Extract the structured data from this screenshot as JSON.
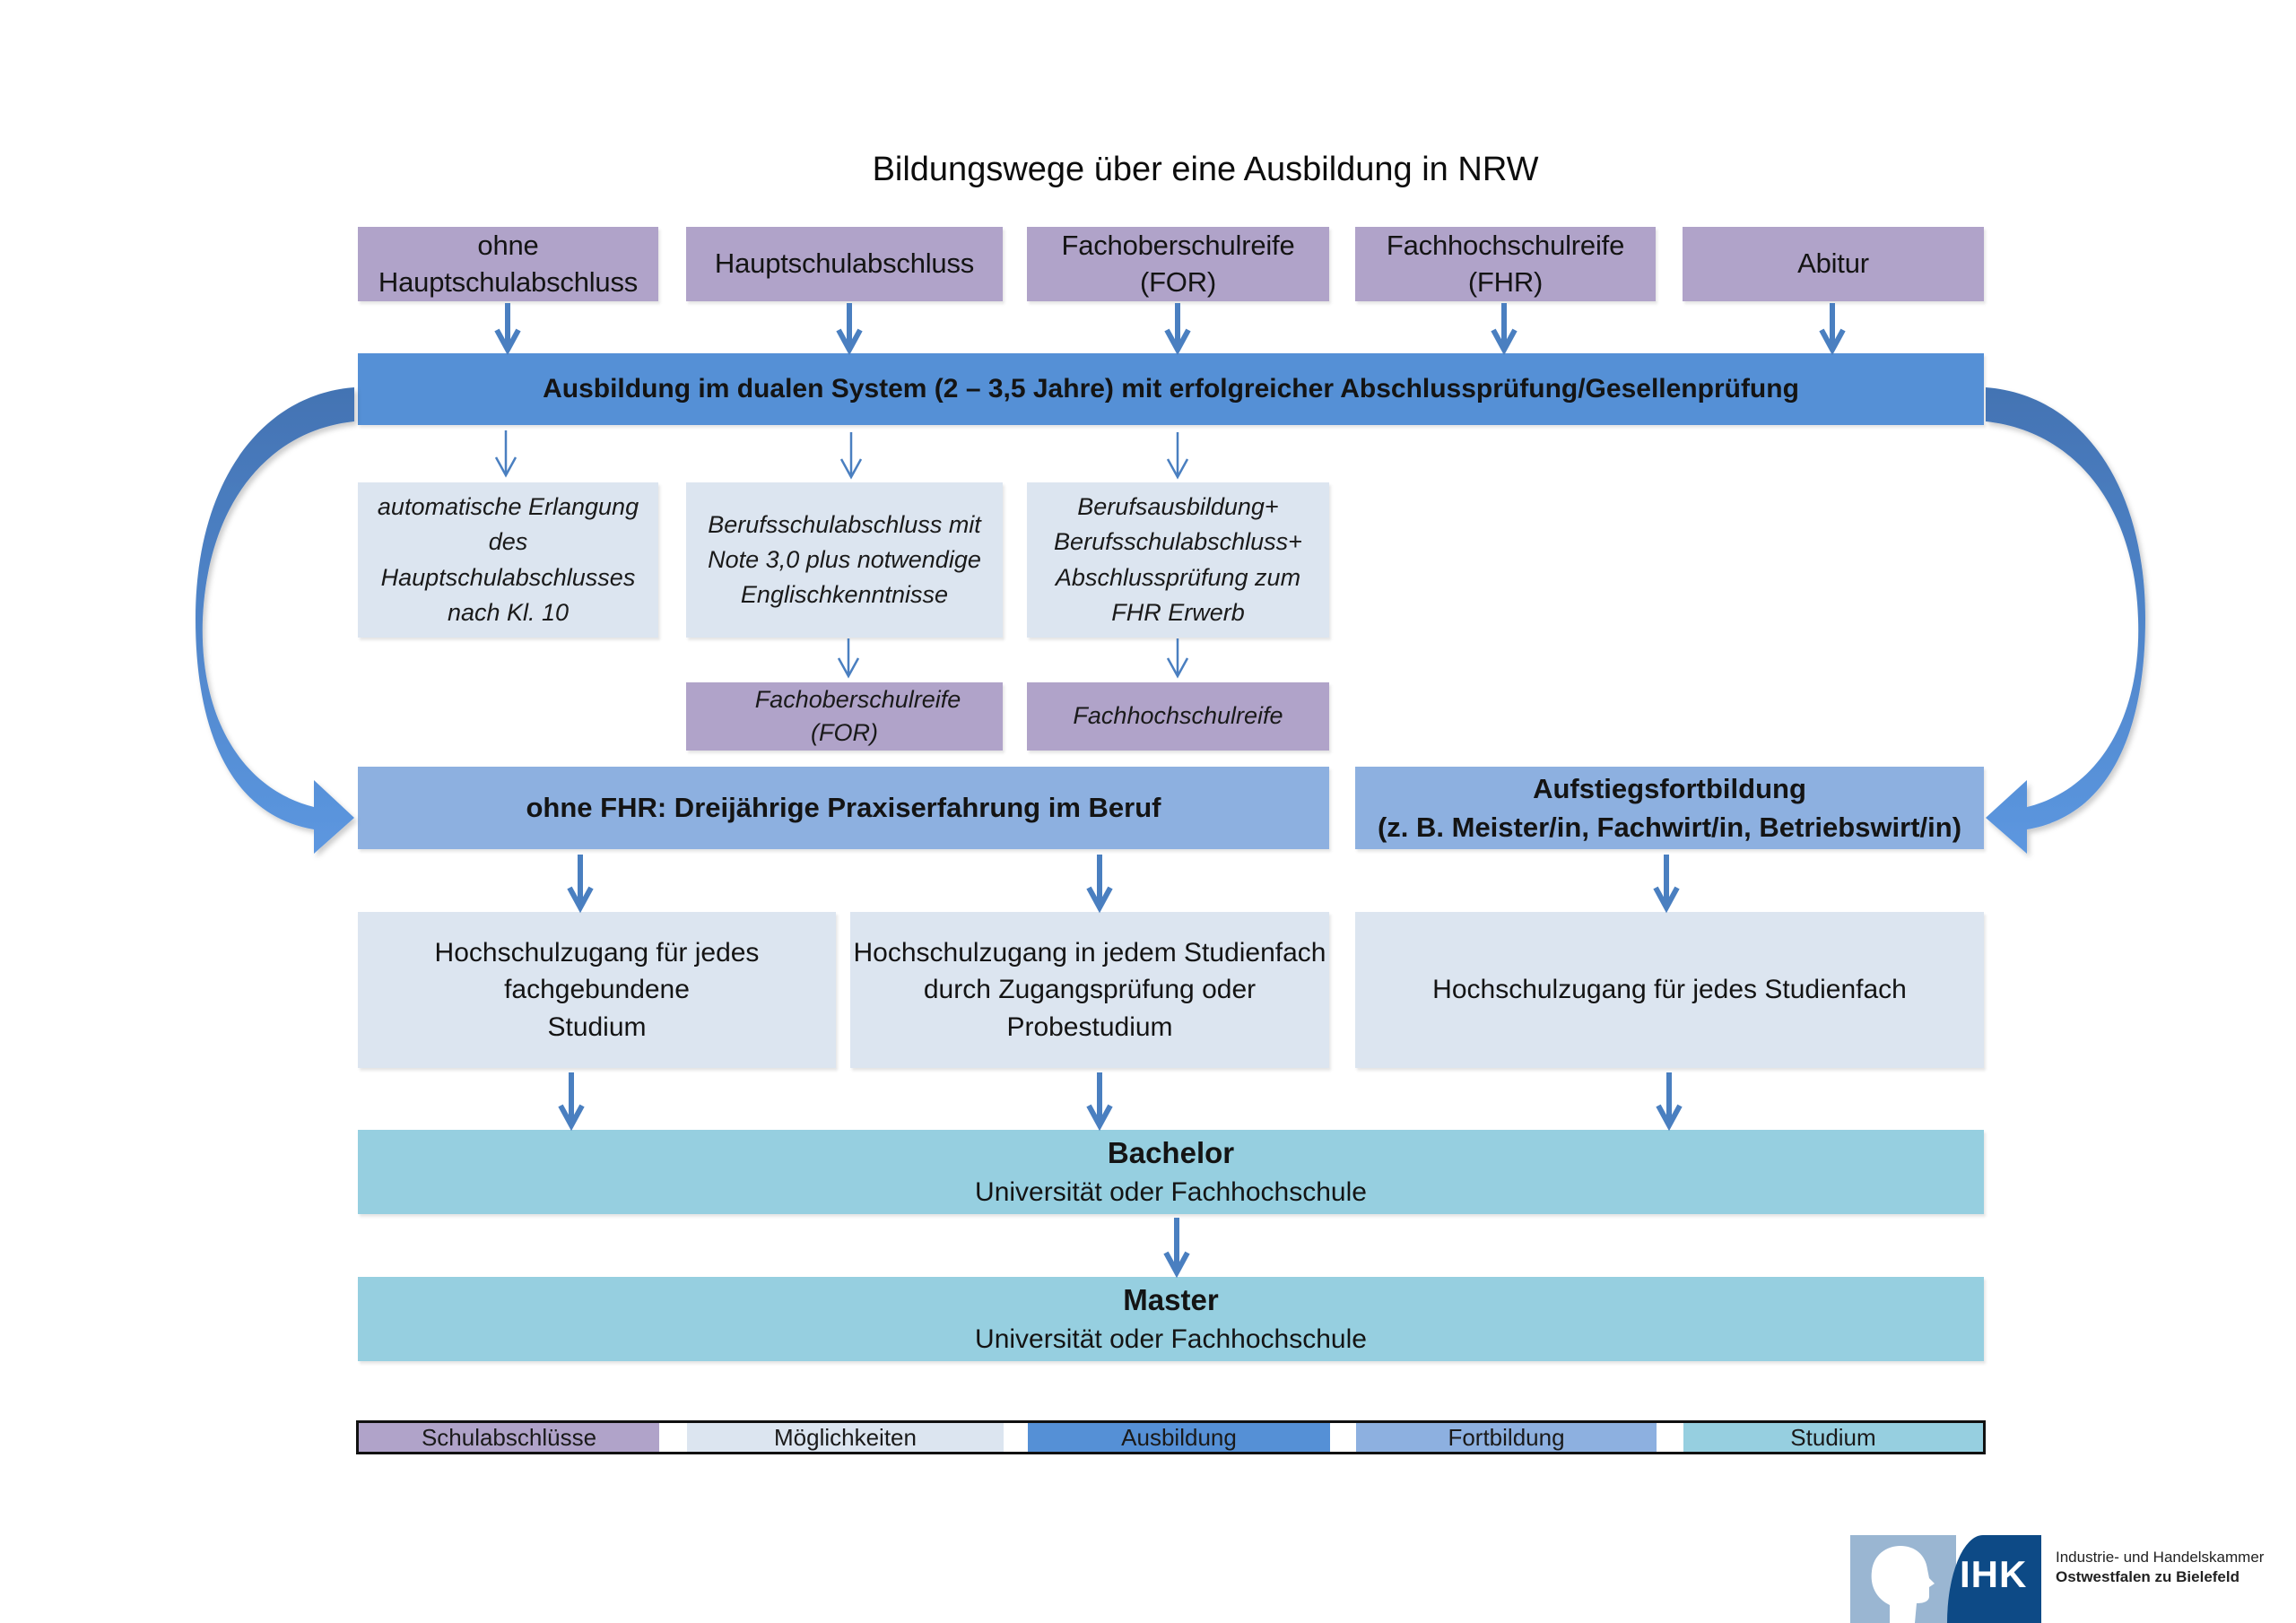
{
  "title": "Bildungswege über eine Ausbildung in NRW",
  "colors": {
    "schulabschluesse": "#b0a3c9",
    "moeglichkeiten": "#dce5f0",
    "ausbildung": "#5590d6",
    "fortbildung": "#8db0e0",
    "studium": "#96cfe0",
    "arrow": "#4a7fc0"
  },
  "school_degrees": [
    {
      "line1": "ohne",
      "line2": "Hauptschulabschluss"
    },
    {
      "line1": "Hauptschulabschluss",
      "line2": ""
    },
    {
      "line1": "Fachoberschulreife",
      "line2": "(FOR)"
    },
    {
      "line1": "Fachhochschulreife",
      "line2": "(FHR)"
    },
    {
      "line1": "Abitur",
      "line2": ""
    }
  ],
  "dual_training": "Ausbildung im dualen System (2 – 3,5 Jahre) mit erfolgreicher Abschlussprüfung/Gesellenprüfung",
  "options": [
    {
      "lines": [
        "automatische Erlangung",
        "des",
        "Hauptschulabschlusses",
        "nach Kl. 10"
      ]
    },
    {
      "lines": [
        "Berufsschulabschluss mit",
        "Note 3,0 plus notwendige",
        "Englischkenntnisse"
      ]
    },
    {
      "lines": [
        "Berufsausbildung+",
        "Berufsschulabschluss+",
        "Abschlussprüfung zum",
        "FHR Erwerb"
      ]
    }
  ],
  "option_results": [
    {
      "lines": [
        "Fachoberschulreife",
        "(FOR)"
      ]
    },
    {
      "lines": [
        "Fachhochschulreife"
      ]
    }
  ],
  "practice": "ohne FHR: Dreijährige Praxiserfahrung im Beruf",
  "advanced_training": {
    "line1": "Aufstiegsfortbildung",
    "line2": "(z. B. Meister/in, Fachwirt/in, Betriebswirt/in)"
  },
  "university_access": [
    {
      "lines": [
        "Hochschulzugang für jedes",
        "fachgebundene",
        "Studium"
      ]
    },
    {
      "lines": [
        "Hochschulzugang in jedem Studienfach",
        "durch Zugangsprüfung oder",
        "Probestudium"
      ]
    },
    {
      "lines": [
        "Hochschulzugang für jedes Studienfach"
      ]
    }
  ],
  "bachelor": {
    "title": "Bachelor",
    "subtitle": "Universität oder Fachhochschule"
  },
  "master": {
    "title": "Master",
    "subtitle": "Universität oder Fachhochschule"
  },
  "legend": [
    {
      "label": "Schulabschlüsse"
    },
    {
      "label": "Möglichkeiten"
    },
    {
      "label": "Ausbildung"
    },
    {
      "label": "Fortbildung"
    },
    {
      "label": "Studium"
    }
  ],
  "logo": {
    "mark": "IHK",
    "line1": "Industrie- und Handelskammer",
    "line2": "Ostwestfalen zu Bielefeld"
  }
}
